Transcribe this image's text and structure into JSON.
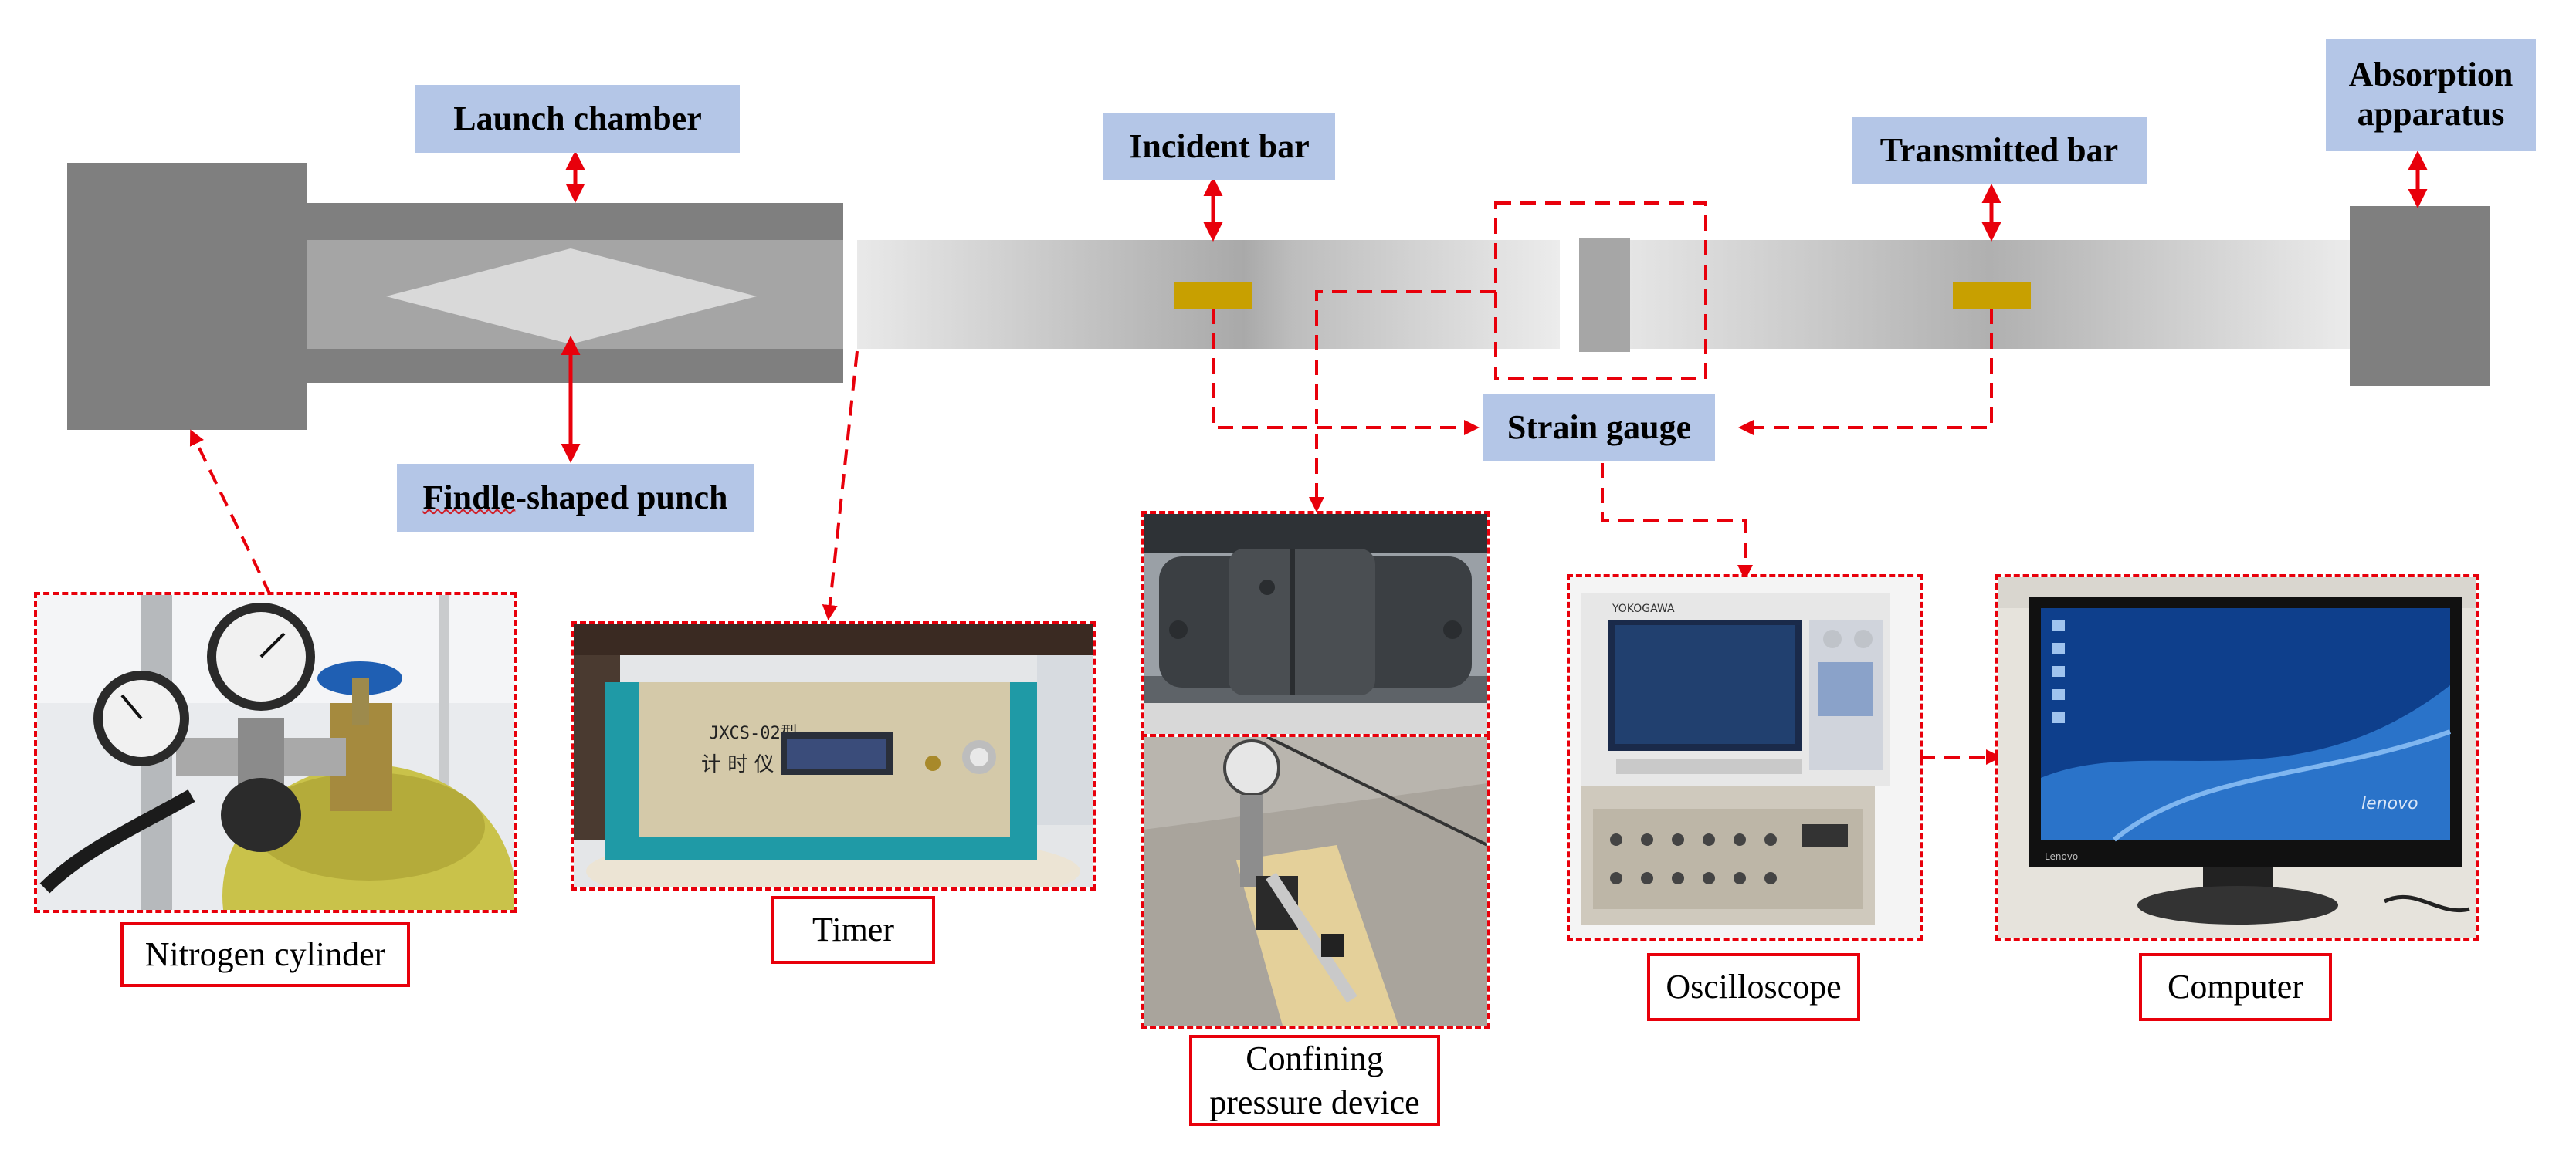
{
  "labels": {
    "launch_chamber": "Launch chamber",
    "incident_bar": "Incident bar",
    "transmitted_bar": "Transmitted bar",
    "absorption_apparatus": "Absorption apparatus",
    "strain_gauge": "Strain gauge",
    "findle_word": "Findle",
    "findle_rest": "-shaped punch"
  },
  "captions": {
    "nitrogen_cylinder": "Nitrogen cylinder",
    "timer": "Timer",
    "confining_pressure_device": "Confining pressure device",
    "oscilloscope": "Oscilloscope",
    "computer": "Computer"
  },
  "photo_text": {
    "timer_model": "JXCS-02型",
    "timer_name": "计 时 仪",
    "oscilloscope_brand": "YOKOGAWA",
    "computer_brand": "lenovo",
    "monitor_brand": "Lenovo"
  },
  "colors": {
    "arrow_red": "#e8000b",
    "label_fill": "#b4c6e7",
    "machine_gray": "#7f7f7f",
    "chamber_light": "#a5a5a5",
    "punch_fill": "#d9d9d9",
    "gauge_gold": "#c8a000",
    "specimen_gray": "#a6a6a6"
  }
}
